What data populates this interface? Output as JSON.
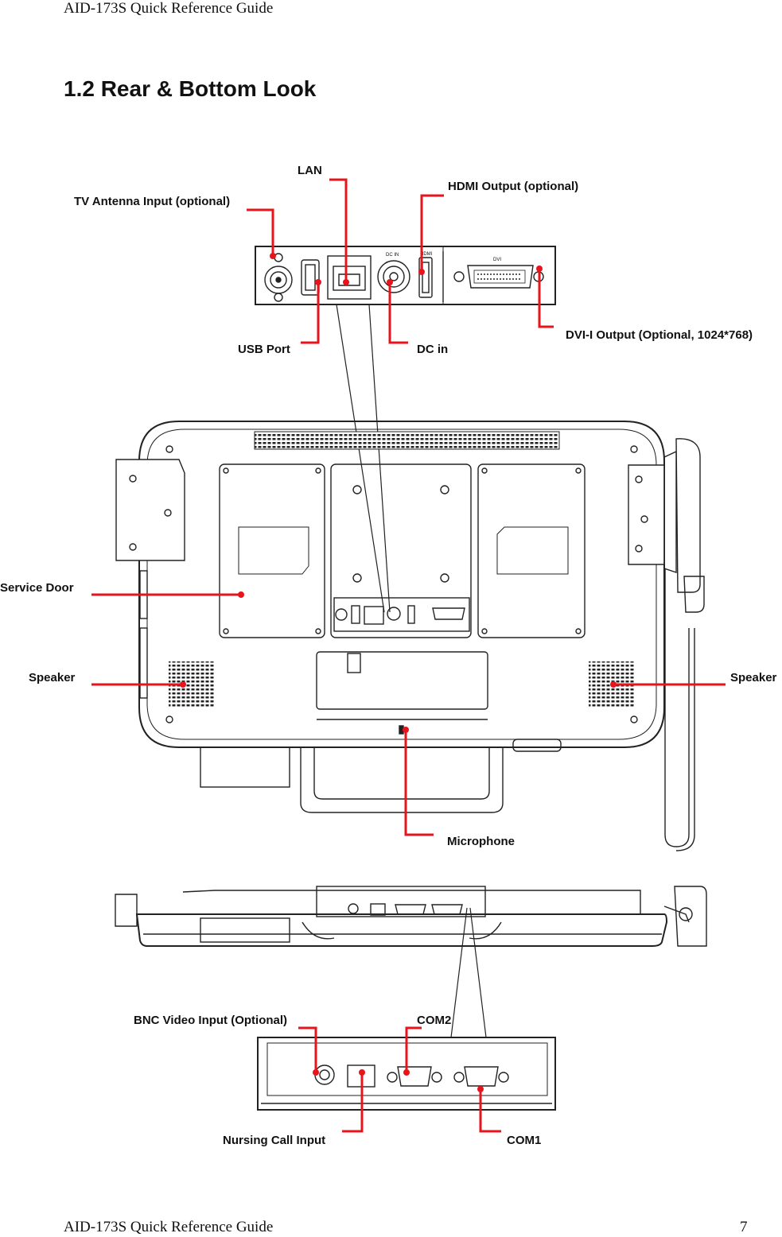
{
  "header": {
    "text": "AID-173S Quick Reference Guide"
  },
  "section_title": "1.2 Rear & Bottom Look",
  "labels": {
    "lan": "LAN",
    "hdmi": "HDMI Output (optional)",
    "tv_antenna": "TV Antenna Input (optional)",
    "usb": "USB Port",
    "dc_in": "DC in",
    "dvi": "DVI-I Output (Optional, 1024*768)",
    "service_door": "Service Door",
    "speaker_left": "Speaker",
    "speaker_right": "Speaker",
    "microphone": "Microphone",
    "bnc": "BNC Video Input (Optional)",
    "com2": "COM2",
    "nursing_call": "Nursing Call Input",
    "com1": "COM1"
  },
  "panel_marks": {
    "dc_in_mark": "DC IN",
    "hdmi_mark": "HDMI",
    "dvi_mark": "DVI"
  },
  "colors": {
    "callout": "#e8141b",
    "drawing": "#222222"
  },
  "footer": {
    "text": "AID-173S Quick Reference Guide",
    "page_number": "7"
  }
}
